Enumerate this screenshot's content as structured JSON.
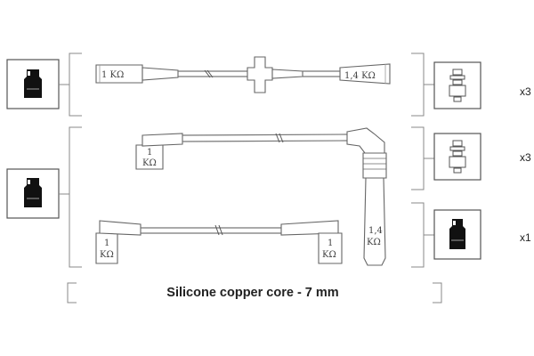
{
  "caption": "Silicone copper core - 7 mm",
  "resistance": {
    "top_left": "1 KΩ",
    "top_right": "1,4 KΩ",
    "mid_left_num": "1",
    "mid_left_unit": "KΩ",
    "low_left_num": "1",
    "low_left_unit": "KΩ",
    "low_right_num": "1",
    "low_right_unit": "KΩ",
    "vertical_num": "1,4",
    "vertical_unit": "KΩ"
  },
  "quantities": {
    "row1": "x3",
    "row2": "x3",
    "row3": "x1"
  },
  "icons": {
    "left_connector": "spark-plug-boot-icon",
    "right_top": "spark-plug-terminal-icon",
    "right_mid": "spark-plug-terminal-icon",
    "right_bottom": "spark-plug-boot-icon"
  }
}
